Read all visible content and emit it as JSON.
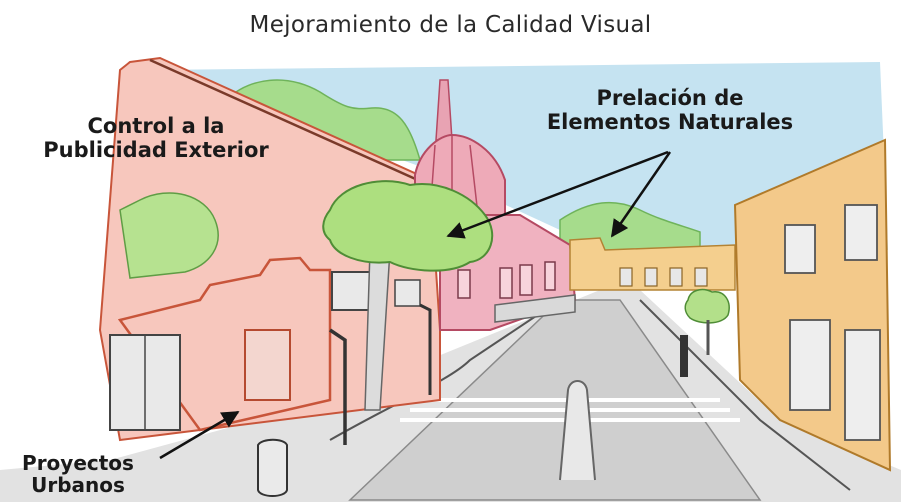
{
  "title": "Mejoramiento de la Calidad Visual",
  "labels": {
    "publicidad": {
      "line1": "Control a la",
      "line2": "Publicidad Exterior"
    },
    "naturales": {
      "line1": "Prelación de",
      "line2": "Elementos Naturales"
    },
    "urbanos": {
      "line1": "Proyectos",
      "line2": "Urbanos"
    }
  },
  "colors": {
    "sky": "#bfe0f0",
    "hills": "#9ed88a",
    "building_left": "#f6c2b8",
    "building_left_line": "#c8553a",
    "dome": "#e8a3b3",
    "building_right": "#f1c88a",
    "tree": "#a9dc7c",
    "street": "#d9d9d9",
    "arrow": "#111111"
  }
}
